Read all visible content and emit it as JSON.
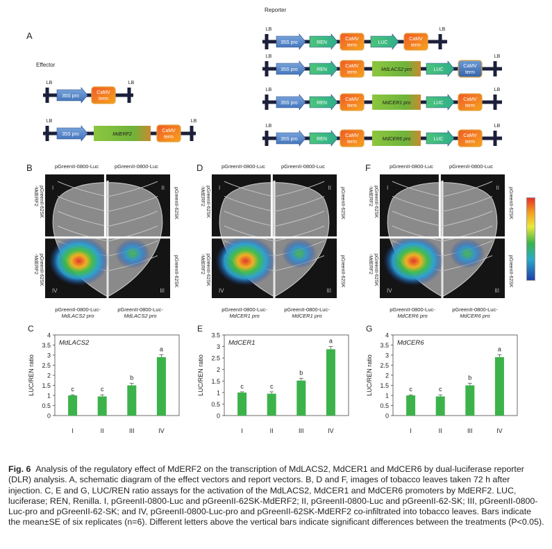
{
  "panel_a": {
    "letter": "A",
    "effector_label": "Effector",
    "reporter_label": "Reporter",
    "lb": "LB",
    "pro35s": "35S pro",
    "camv": "CaMV",
    "term": "term",
    "ren": "REN",
    "luc": "LUC",
    "mderf2": "MdERF2",
    "mdlacs2_pro": "MdLACS2 pro",
    "mdcer1_pro": "MdCER1 pro",
    "mdcer6_pro": "MdCER6 pro"
  },
  "leaf_panels": [
    {
      "letter": "B",
      "top_left": "pGreenII-0800-Luc",
      "top_right": "pGreenII-0800-Luc",
      "bottom_left": "pGreenII-0800-Luc-",
      "bottom_left_2": "MdLACS2 pro",
      "bottom_right": "pGreenII-0800-Luc-",
      "bottom_right_2": "MdLACS2 pro",
      "side_top": "pGreenII-62SK",
      "side_top_2": "-MdERF2",
      "side_bottom": "pGreenII-62SK",
      "side_bottom_2": "-MdERF2",
      "side_right_top": "pGreenII-62SK",
      "side_right_bottom": "pGreenII-62SK",
      "q1": "I",
      "q2": "II",
      "q3": "III",
      "q4": "IV"
    },
    {
      "letter": "D",
      "top_left": "pGreenII-0800-Luc",
      "top_right": "pGreenII-0800-Luc",
      "bottom_left": "pGreenII-0800-Luc-",
      "bottom_left_2": "MdCER1 pro",
      "bottom_right": "pGreenII-0800-Luc-",
      "bottom_right_2": "MdCER1 pro",
      "side_top": "pGreenII-62SK",
      "side_top_2": "-MdERF2",
      "side_bottom": "pGreenII-62SK",
      "side_bottom_2": "-MdERF2",
      "side_right_top": "pGreenII-62SK",
      "side_right_bottom": "pGreenII-62SK",
      "q1": "I",
      "q2": "II",
      "q3": "III",
      "q4": "IV"
    },
    {
      "letter": "F",
      "top_left": "pGreenII-0800-Luc",
      "top_right": "pGreenII-0800-Luc",
      "bottom_left": "pGreenII-0800-Luc-",
      "bottom_left_2": "MdCER6 pro",
      "bottom_right": "pGreenII-0800-Luc-",
      "bottom_right_2": "MdCER6 pro",
      "side_top": "pGreenII-62SK",
      "side_top_2": "-MdERF2",
      "side_bottom": "pGreenII-62SK",
      "side_bottom_2": "-MdERF2",
      "side_right_top": "pGreenII-62SK",
      "side_right_bottom": "pGreenII-62SK",
      "q1": "I",
      "q2": "II",
      "q3": "III",
      "q4": "IV"
    }
  ],
  "chart_data": [
    {
      "type": "bar",
      "panel": "C",
      "title": "MdLACS2",
      "ylabel": "LUC/REN ratio",
      "categories": [
        "I",
        "II",
        "III",
        "IV"
      ],
      "values": [
        1.0,
        0.95,
        1.5,
        2.9
      ],
      "errors": [
        0.03,
        0.08,
        0.1,
        0.12
      ],
      "letters": [
        "c",
        "c",
        "b",
        "a"
      ],
      "ylim": [
        0,
        4
      ],
      "yticks": [
        "0",
        "0.5",
        "1",
        "1.5",
        "2",
        "2.5",
        "3",
        "3.5",
        "4"
      ],
      "ytick_values": [
        0,
        0.5,
        1,
        1.5,
        2,
        2.5,
        3,
        3.5,
        4
      ],
      "bar_color": "#3cb34a"
    },
    {
      "type": "bar",
      "panel": "E",
      "title": "MdCER1",
      "ylabel": "LUC/REN ratio",
      "categories": [
        "I",
        "II",
        "III",
        "IV"
      ],
      "values": [
        1.0,
        0.95,
        1.52,
        2.88
      ],
      "errors": [
        0.03,
        0.08,
        0.1,
        0.12
      ],
      "letters": [
        "c",
        "c",
        "b",
        "a"
      ],
      "ylim": [
        0,
        3.5
      ],
      "yticks": [
        "0",
        "0.5",
        "1",
        "1.5",
        "2",
        "2.5",
        "3",
        "3.5"
      ],
      "ytick_values": [
        0,
        0.5,
        1,
        1.5,
        2,
        2.5,
        3,
        3.5
      ],
      "bar_color": "#3cb34a"
    },
    {
      "type": "bar",
      "panel": "G",
      "title": "MdCER6",
      "ylabel": "LUC/REN ratio",
      "categories": [
        "I",
        "II",
        "III",
        "IV"
      ],
      "values": [
        1.0,
        0.95,
        1.5,
        2.9
      ],
      "errors": [
        0.03,
        0.08,
        0.1,
        0.12
      ],
      "letters": [
        "c",
        "c",
        "b",
        "a"
      ],
      "ylim": [
        0,
        4
      ],
      "yticks": [
        "0",
        "0.5",
        "1",
        "1.5",
        "2",
        "2.5",
        "3",
        "3.5",
        "4"
      ],
      "ytick_values": [
        0,
        0.5,
        1,
        1.5,
        2,
        2.5,
        3,
        3.5,
        4
      ],
      "bar_color": "#3cb34a"
    }
  ],
  "caption": {
    "fig_label": "Fig. 6",
    "text": "Analysis of the regulatory effect of MdERF2 on the transcription of MdLACS2, MdCER1 and MdCER6 by dual-luciferase reporter (DLR) analysis. A, schematic diagram of the effect vectors and report vectors. B, D and F, images of tobacco leaves taken 72 h after injection. C, E and G, LUC/REN ratio assays for the activation of the MdLACS2, MdCER1 and MdCER6 promoters by MdERF2. LUC, luciferase; REN, Renilla. I, pGreenII-0800-Luc and pGreenII-62SK-MdERF2; II, pGreenII-0800-Luc and pGreenII-62-SK; III, pGreenII-0800-Luc-pro and pGreenII-62-SK; and IV, pGreenII-0800-Luc-pro and pGreenII-62SK-MdERF2 co-infiltrated into tobacco leaves. Bars indicate the mean±SE of six replicates (n=6). Different letters above the vertical bars indicate significant differences between the treatments (P<0.05)."
  }
}
